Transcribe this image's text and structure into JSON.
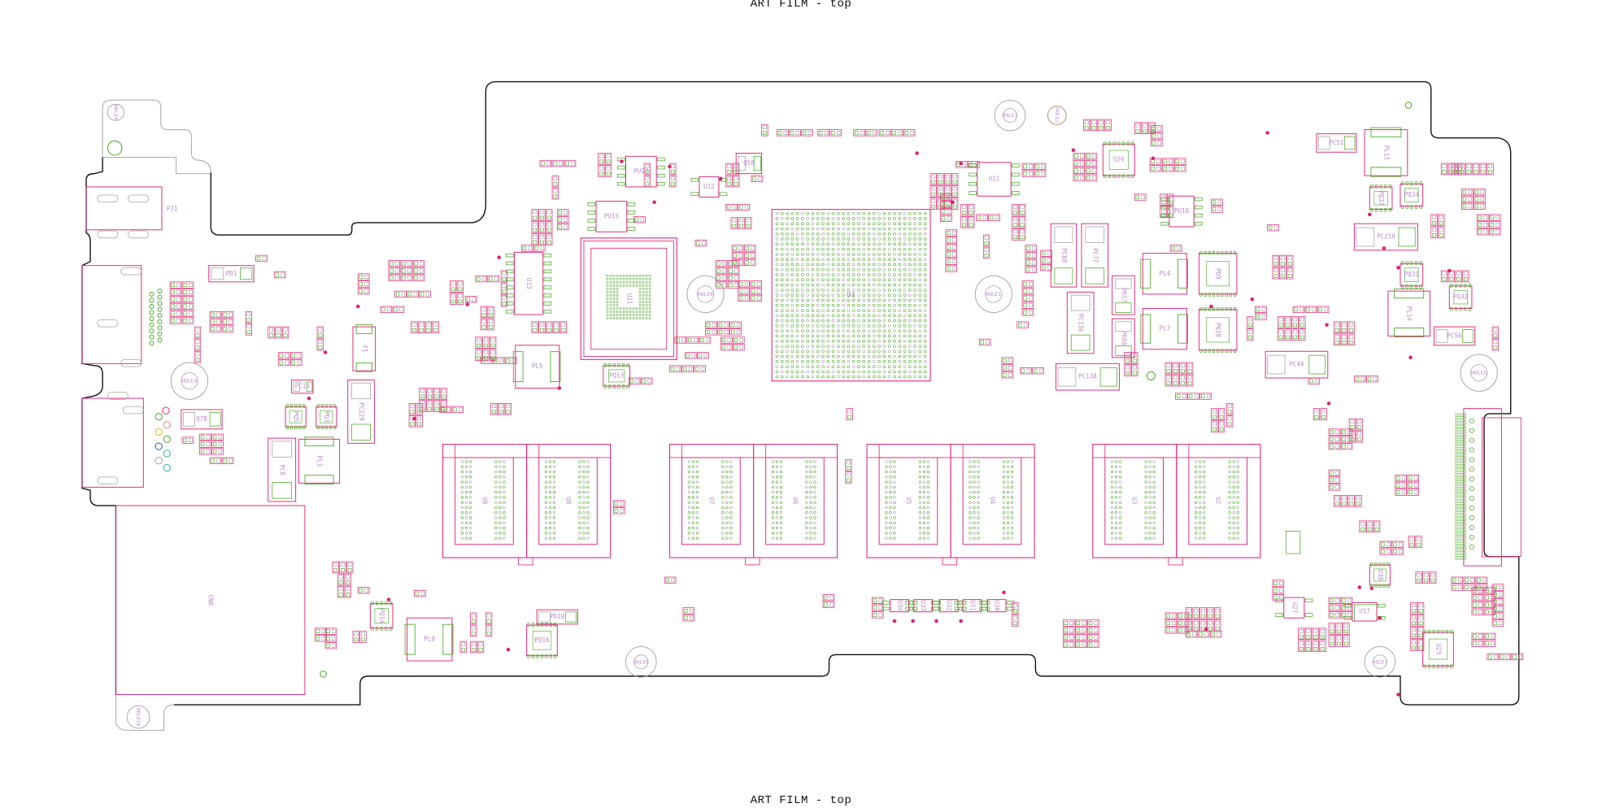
{
  "header": {
    "title_top": "ART FILM - top",
    "title_bottom": "ART FILM - top"
  },
  "colors": {
    "component_outline": "#e0307f",
    "pad_green": "#4aa828",
    "pad_gray": "#a0a0a0",
    "board_edge": "#111111",
    "mech_gray": "#a8a8a8",
    "label": "#b48cc2",
    "pin1_dot": "#e0206e"
  },
  "parts": [
    "PJ1",
    "CN8",
    "PD1",
    "F1",
    "PC229",
    "PC8",
    "PL1",
    "PC13",
    "PQ5",
    "PQ3",
    "Q78",
    "U13",
    "PU13",
    "PU12",
    "U12",
    "U21",
    "PL5",
    "PQ13",
    "U1",
    "U22",
    "U26",
    "PU10",
    "PC80",
    "PC77",
    "PL4",
    "PL7",
    "PQ9",
    "PQ10",
    "PC136",
    "PC138",
    "PR57",
    "PR88",
    "PC51",
    "PL15",
    "PC219",
    "PQ33",
    "PQ34",
    "PQ31",
    "PQ32",
    "PL14",
    "PC56",
    "PC44",
    "PL8",
    "PQ14",
    "PQ16",
    "PD10",
    "U25",
    "U38",
    "U17",
    "U27",
    "U34",
    "U33",
    "U32",
    "U31",
    "U30",
    "Q58"
  ],
  "memory_chips": [
    "U9",
    "U8",
    "U7",
    "U6",
    "U5",
    "U4",
    "U3",
    "U2"
  ],
  "holes": [
    "HOLE9",
    "HOLE4",
    "HOLE10",
    "HOLE6",
    "HOLE1",
    "HOLE3",
    "HOLE2",
    "HOLE5",
    "HOLE8",
    "HOLE7"
  ]
}
